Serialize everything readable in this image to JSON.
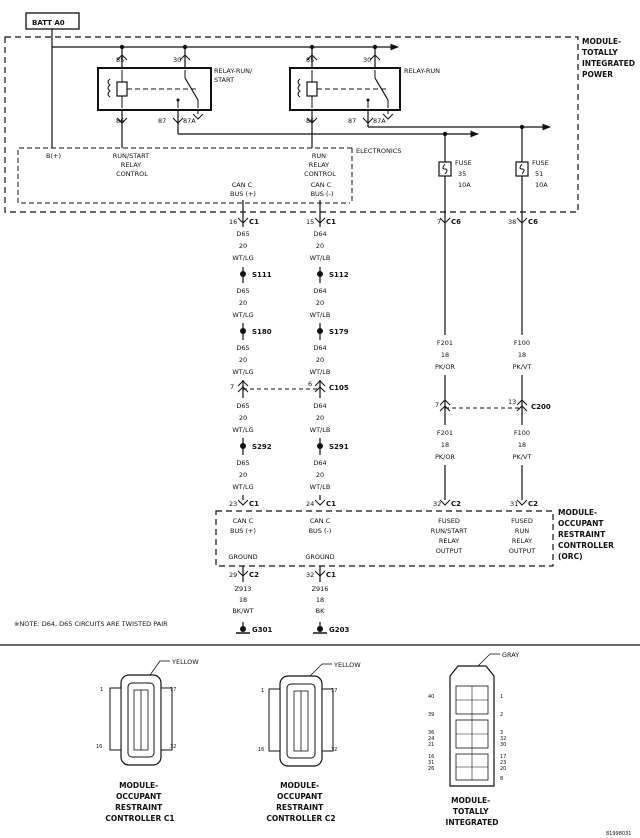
{
  "diagram": {
    "batt": "BATT A0",
    "tipm_title": [
      "MODULE-",
      "TOTALLY",
      "INTEGRATED",
      "POWER"
    ],
    "relay_runstart": {
      "label": [
        "RELAY-RUN/",
        "START"
      ],
      "p85": "85",
      "p30": "30",
      "p86": "86",
      "p87": "87",
      "p87a": "87A"
    },
    "relay_run": {
      "label": [
        "RELAY-RUN"
      ],
      "p85": "85",
      "p30": "30",
      "p86": "86",
      "p87": "87",
      "p87a": "87A"
    },
    "electronics": "ELECTRONICS",
    "b_plus": "B(+)",
    "runstart_ctrl": [
      "RUN/START",
      "RELAY",
      "CONTROL"
    ],
    "run_ctrl": [
      "RUN",
      "RELAY",
      "CONTROL"
    ],
    "canc_pos": [
      "CAN C",
      "BUS (+)"
    ],
    "canc_neg": [
      "CAN C",
      "BUS (-)"
    ],
    "fuse35": [
      "FUSE",
      "35",
      "10A"
    ],
    "fuse51": [
      "FUSE",
      "51",
      "10A"
    ],
    "conn": {
      "c1_16": "16",
      "c1_15": "15",
      "c6_7": "7",
      "c6_38": "38",
      "c1": "C1",
      "c6": "C6",
      "c105": "C105",
      "c200": "C200",
      "c2": "C2",
      "c105_left": "7",
      "c105_right": "6",
      "c200_left": "7",
      "c200_right": "13",
      "c1_23": "23",
      "c1_24": "24",
      "c2_32": "32",
      "c2_31": "31",
      "c2_29": "29",
      "c1_32": "32"
    },
    "wires": {
      "d65": [
        "D65",
        "20",
        "WT/LG"
      ],
      "d64": [
        "D64",
        "20",
        "WT/LB"
      ],
      "f201": [
        "F201",
        "18",
        "PK/OR"
      ],
      "f100": [
        "F100",
        "18",
        "PK/VT"
      ],
      "z913": [
        "Z913",
        "18",
        "BK/WT"
      ],
      "z916": [
        "Z916",
        "18",
        "BK"
      ]
    },
    "splices": {
      "s111": "S111",
      "s112": "S112",
      "s180": "S180",
      "s179": "S179",
      "s292": "S292",
      "s291": "S291"
    },
    "orc_title": [
      "MODULE-",
      "OCCUPANT",
      "RESTRAINT",
      "CONTROLLER",
      "(ORC)"
    ],
    "orc_can_pos": [
      "CAN C",
      "BUS (+)"
    ],
    "orc_can_neg": [
      "CAN C",
      "BUS (-)"
    ],
    "orc_fused_rs": [
      "FUSED",
      "RUN/START",
      "RELAY",
      "OUTPUT"
    ],
    "orc_fused_run": [
      "FUSED",
      "RUN",
      "RELAY",
      "OUTPUT"
    ],
    "ground": "GROUND",
    "g301": "G301",
    "g203": "G203",
    "note": "※NOTE:  D64, D65    CIRCUITS ARE TWISTED PAIR"
  },
  "connectors": {
    "c1": {
      "color": "YELLOW",
      "pins": [
        "1",
        "17",
        "16",
        "32"
      ],
      "caption": [
        "MODULE-",
        "OCCUPANT",
        "RESTRAINT",
        "CONTROLLER C1"
      ]
    },
    "c2": {
      "color": "YELLOW",
      "pins": [
        "1",
        "17",
        "16",
        "32"
      ],
      "caption": [
        "MODULE-",
        "OCCUPANT",
        "RESTRAINT",
        "CONTROLLER C2"
      ]
    },
    "c6": {
      "color": "GRAY",
      "pins": [
        "40",
        "1",
        "39",
        "2",
        "36",
        "24",
        "3",
        "21",
        "32",
        "30",
        "17",
        "16",
        "31",
        "26",
        "23",
        "20",
        "8"
      ],
      "caption": [
        "MODULE-",
        "TOTALLY",
        "INTEGRATED"
      ]
    }
  },
  "doc_id": "81998031"
}
